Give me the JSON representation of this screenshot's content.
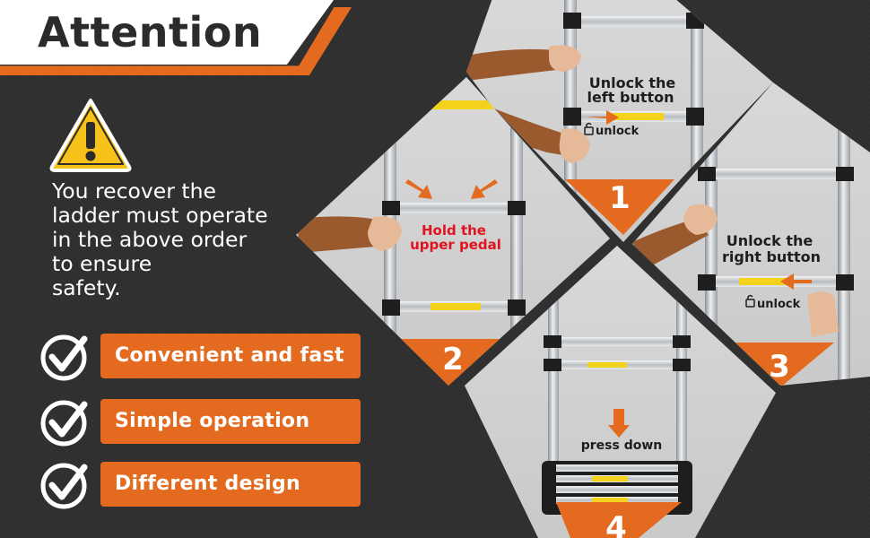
{
  "header": {
    "title": "Attention"
  },
  "notice": {
    "lines": [
      "You recover the",
      "ladder must operate",
      "in the above order",
      "to ensure",
      "safety."
    ]
  },
  "features": [
    {
      "label": "Convenient and fast"
    },
    {
      "label": "Simple operation"
    },
    {
      "label": "Different design"
    }
  ],
  "steps": {
    "s1": {
      "number": "1",
      "title_line1": "Unlock the",
      "title_line2": "left button",
      "lock_text": "unlock"
    },
    "s2": {
      "number": "2",
      "text_line1": "Hold the",
      "text_line2": "upper pedal"
    },
    "s3": {
      "number": "3",
      "title_line1": "Unlock the",
      "title_line2": "right button",
      "lock_text": "unlock"
    },
    "s4": {
      "number": "4",
      "text": "press down"
    }
  },
  "colors": {
    "accent": "#e36a1f",
    "background": "#2e2e2e",
    "warning_yellow": "#f6c21a",
    "red_text": "#e0141e"
  }
}
